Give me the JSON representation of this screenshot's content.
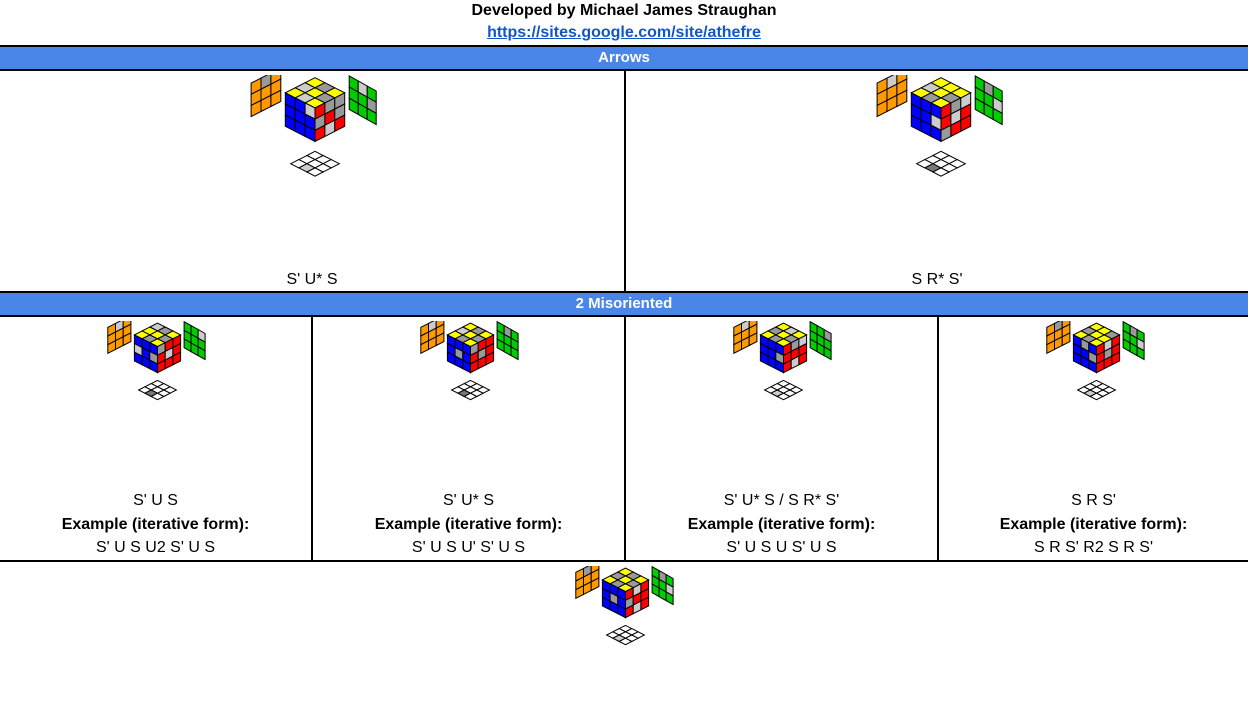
{
  "header": {
    "credit": "Developed by Michael James Straughan",
    "link": "https://sites.google.com/site/athefre"
  },
  "sections": {
    "arrows": "Arrows",
    "two_misoriented": "2 Misoriented"
  },
  "colors": {
    "band": "#4a86e8",
    "yellow": "#ffff00",
    "blue": "#0000ff",
    "red": "#ff0000",
    "green": "#00cc00",
    "orange": "#ff9900",
    "gray": "#999999",
    "lightgray": "#cccccc",
    "link": "#1155cc"
  },
  "cases": [
    {
      "alg": "S' U* S"
    },
    {
      "alg": "S R* S'"
    },
    {
      "alg": "S' U S",
      "example_label": "Example (iterative form):",
      "example": "S' U S U2 S' U S"
    },
    {
      "alg": "S' U* S",
      "example_label": "Example (iterative form):",
      "example": "S' U S U' S' U S"
    },
    {
      "alg": "S' U* S / S R* S'",
      "example_label": "Example (iterative form):",
      "example": "S' U S U S' U S"
    },
    {
      "alg": "S R S'",
      "example_label": "Example (iterative form):",
      "example": "S R S' R2 S R S'"
    }
  ]
}
